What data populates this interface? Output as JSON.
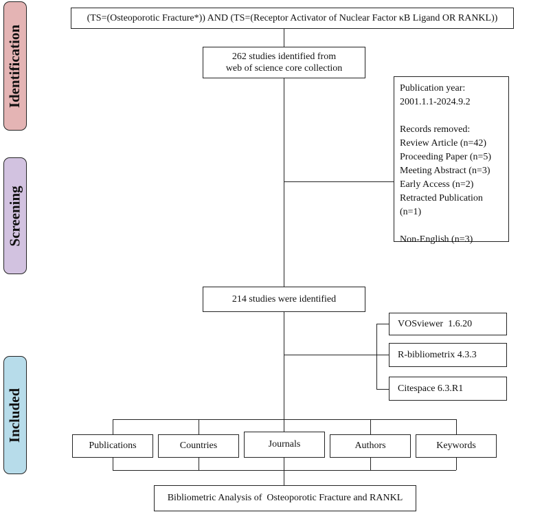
{
  "stages": [
    {
      "label": "Identification",
      "color": "#e4b4b4"
    },
    {
      "label": "Screening",
      "color": "#d2c2e0"
    },
    {
      "label": "Included",
      "color": "#b7dcea"
    }
  ],
  "query": "(TS=(Osteoporotic Fracture*)) AND (TS=(Receptor Activator of Nuclear Factor κB Ligand OR RANKL))",
  "identified": {
    "line1": "262 studies identified from",
    "line2": "web of science core collection"
  },
  "exclusion": {
    "pub_year_label": "Publication year:",
    "pub_year_range": "2001.1.1-2024.9.2",
    "removed_label": "Records removed:",
    "removed": [
      "Review Article (n=42)",
      "Proceeding Paper (n=5)",
      "Meeting Abstract (n=3)",
      "Early Access (n=2)",
      "Retracted Publication (n=1)"
    ],
    "non_english": "Non-English (n=3)"
  },
  "final_count": "214 studies were identified",
  "tools": [
    "VOSviewer  1.6.20",
    "R-bibliometrix 4.3.3",
    "Citespace 6.3.R1"
  ],
  "categories": [
    "Publications",
    "Countries",
    "Journals",
    "Authors",
    "Keywords"
  ],
  "result": "Bibliometric Analysis of  Osteoporotic Fracture and RANKL"
}
